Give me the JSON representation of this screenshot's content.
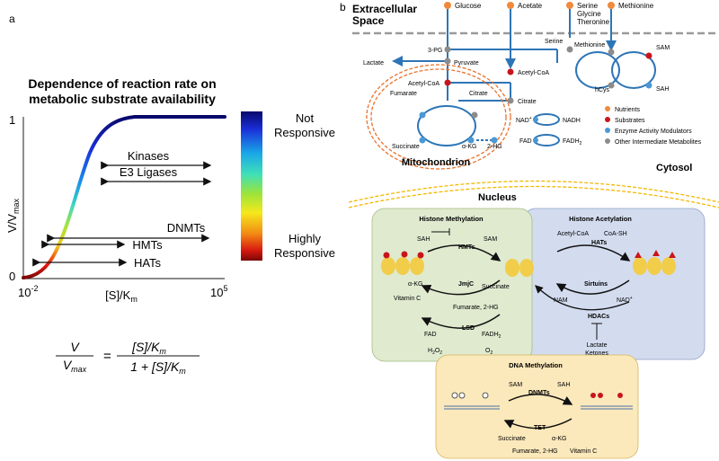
{
  "panel_a": {
    "label": "a",
    "title_line1": "Dependence of reaction rate on",
    "title_line2": "metabolic substrate availability",
    "y_tick_top": "1",
    "y_tick_bottom": "0",
    "y_axis_label_main": "V/V",
    "y_axis_label_sub": "max",
    "x_tick_left_base": "10",
    "x_tick_left_exp": "-2",
    "x_tick_right_base": "10",
    "x_tick_right_exp": "5",
    "x_axis_label_main": "[S]/K",
    "x_axis_label_sub": "m",
    "enzyme_ranges": [
      "Kinases",
      "E3 Ligases",
      "DNMTs",
      "HMTs",
      "HATs"
    ],
    "colorbar_top_line1": "Not",
    "colorbar_top_line2": "Responsive",
    "colorbar_bottom_line1": "Highly",
    "colorbar_bottom_line2": "Responsive",
    "eq_lhs_num": "V",
    "eq_lhs_den": "V",
    "eq_lhs_den_sub": "max",
    "eq_equals": "=",
    "eq_rhs_num": "[S]/K",
    "eq_rhs_num_sub": "m",
    "eq_rhs_den": "1 + [S]/K",
    "eq_rhs_den_sub": "m"
  },
  "panel_b": {
    "label": "b",
    "extracellular_line1": "Extracellular",
    "extracellular_line2": "Space",
    "cytosol": "Cytosol",
    "mitochondrion": "Mitochondrion",
    "nucleus": "Nucleus",
    "nutrients": [
      "Glucose",
      "Acetate",
      "Serine",
      "Glycine",
      "Theronine",
      "Methionine"
    ],
    "cytosol_metabolites": {
      "pg3": "3-PG",
      "pyruvate": "Pyruvate",
      "lactate": "Lactate",
      "acetyl_coa": "Acetyl-CoA",
      "serine": "Serine",
      "citrate_cyto": "Citrate",
      "methionine": "Methionine",
      "sam": "SAM",
      "sah": "SAH",
      "hcys": "hCys"
    },
    "mito_metabolites": {
      "acetyl_coa": "Acetyl-CoA",
      "fumarate": "Fumarate",
      "citrate": "Citrate",
      "succinate": "Succinate",
      "akg": "α-KG",
      "hg2": "2-HG"
    },
    "cofactors": {
      "nad_plus": "NAD",
      "nadh": "NADH",
      "fad": "FAD",
      "fadh2": "FADH",
      "sup_plus": "+",
      "sub_2": "2"
    },
    "legend": [
      {
        "label": "Nutrients",
        "color": "#f08a3c"
      },
      {
        "label": "Substrates",
        "color": "#c8151b"
      },
      {
        "label": "Enzyme Activity Modulators",
        "color": "#4a98d4"
      },
      {
        "label": "Other Intermediate Metabolites",
        "color": "#8c8c8c"
      }
    ],
    "histone_methylation": {
      "title": "Histone Methylation",
      "sah": "SAH",
      "sam": "SAM",
      "hmts": "HMTs",
      "akg": "α-KG",
      "jmjc": "JmjC",
      "succinate": "Succinate",
      "vitamin_c": "Vitamin C",
      "fumarate_2hg": "Fumarate, 2-HG",
      "lsd": "LSD",
      "fad": "FAD",
      "fadh2": "FADH",
      "h2o2": "H",
      "o2": "O",
      "sub_2": "2"
    },
    "histone_acetylation": {
      "title": "Histone Acetylation",
      "acetyl_coa": "Acetyl-CoA",
      "coa_sh": "CoA-SH",
      "hats": "HATs",
      "sirtuins": "Sirtuins",
      "nam": "NAM",
      "nad_plus": "NAD",
      "sup_plus": "+",
      "hdacs": "HDACs",
      "lactate": "Lactate",
      "ketones": "Ketones"
    },
    "dna_methylation": {
      "title": "DNA Methylation",
      "sam": "SAM",
      "sah": "SAH",
      "dnmts": "DNMTs",
      "tet": "TET",
      "succinate": "Succinate",
      "akg": "α-KG",
      "fumarate_2hg": "Fumarate, 2-HG",
      "vitamin_c": "Vitamin C"
    },
    "colors": {
      "pathway_blue": "#2e75b6",
      "mito_orange": "#e8732e",
      "nucleus_yellow": "#f2b800",
      "histone_meth_bg": "#dfeacf",
      "histone_acet_bg": "#d3dcef",
      "dna_meth_bg": "#fbe9bb",
      "nucleosome": "#f1cd4a"
    }
  }
}
